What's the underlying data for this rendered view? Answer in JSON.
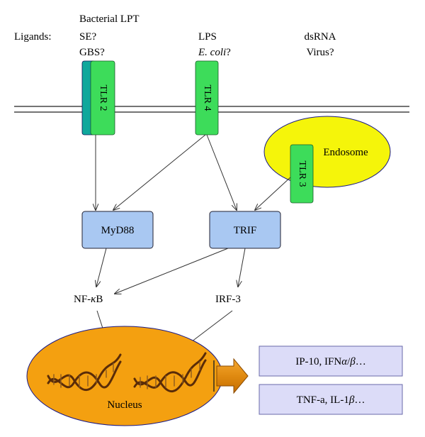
{
  "ligands": {
    "header": "Ligands:",
    "tlr2_group": [
      "Bacterial LPT",
      "SE?",
      "GBS?"
    ],
    "tlr4_group": {
      "line1": "LPS",
      "line2_italic": "E. coli",
      "line2_suffix": "?"
    },
    "tlr3_group": [
      "dsRNA",
      "Virus?"
    ]
  },
  "receptors": {
    "tlr2": "TLR 2",
    "tlr4": "TLR 4",
    "tlr3": "TLR 3"
  },
  "compartments": {
    "endosome": "Endosome",
    "nucleus": "Nucleus"
  },
  "adaptors": {
    "myd88": "MyD88",
    "trif": "TRIF"
  },
  "transcription_factors": {
    "nfkb_prefix": "NF-",
    "nfkb_greek": "κ",
    "nfkb_suffix": "B",
    "irf3": "IRF-3"
  },
  "outputs": {
    "box1": {
      "prefix": "IP-10, IFN",
      "alpha": "α",
      "slash": "/",
      "beta": "β",
      "suffix": "…"
    },
    "box2": {
      "prefix": "TNF-a, IL-1",
      "beta": "β",
      "suffix": "…"
    }
  },
  "colors": {
    "receptor_green": "#3ddc5a",
    "receptor_teal": "#0fa89c",
    "endosome_yellow": "#f5f50a",
    "adaptor_blue": "#a9c8f2",
    "nucleus_orange": "#f4a010",
    "output_lavender": "#dcdcf8",
    "dna_brown": "#6b3a10"
  }
}
